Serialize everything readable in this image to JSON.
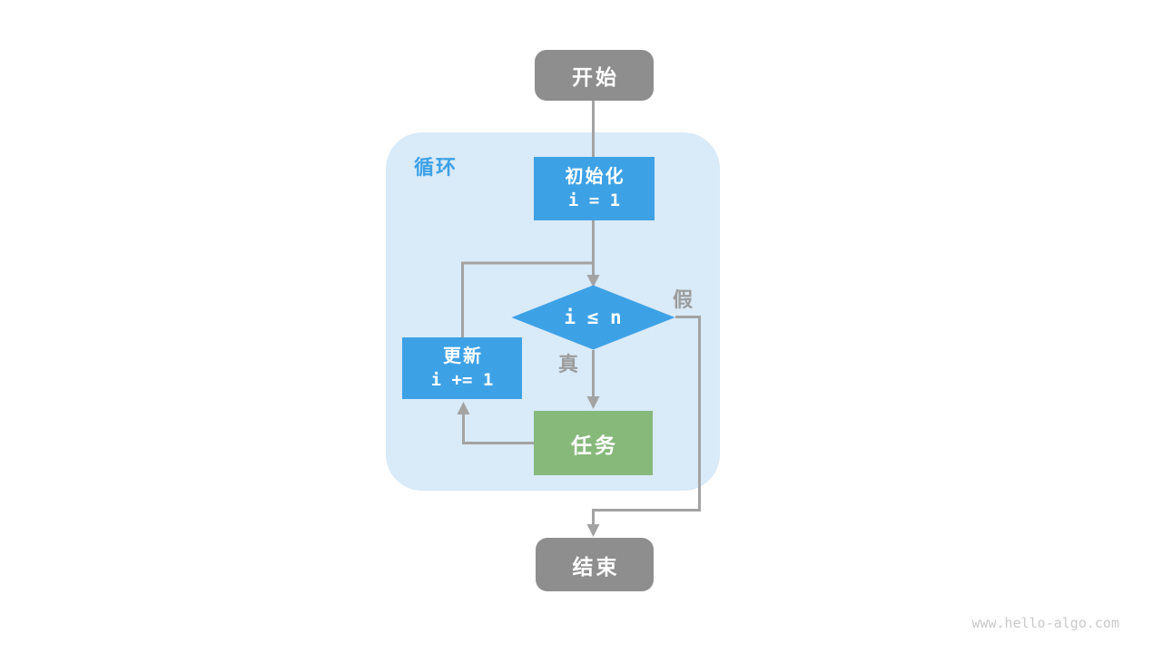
{
  "diagram": {
    "loop_label": "循环",
    "nodes": {
      "start": {
        "label": "开始"
      },
      "init": {
        "line1": "初始化",
        "line2": "i = 1"
      },
      "condition": {
        "label": "i ≤ n"
      },
      "update": {
        "line1": "更新",
        "line2": "i += 1"
      },
      "task": {
        "label": "任务"
      },
      "end": {
        "label": "结束"
      }
    },
    "branch_labels": {
      "true_label": "真",
      "false_label": "假"
    },
    "colors": {
      "node_blue": "#3da1e6",
      "node_green": "#87b97b",
      "node_gray": "#8e8e8e",
      "loop_region_bg": "#d9eaf8",
      "connector_gray": "#a3a3a3",
      "branch_label_gray": "#9c9c9c",
      "loop_label_blue": "#3da1e6"
    }
  },
  "watermark": "www.hello-algo.com"
}
